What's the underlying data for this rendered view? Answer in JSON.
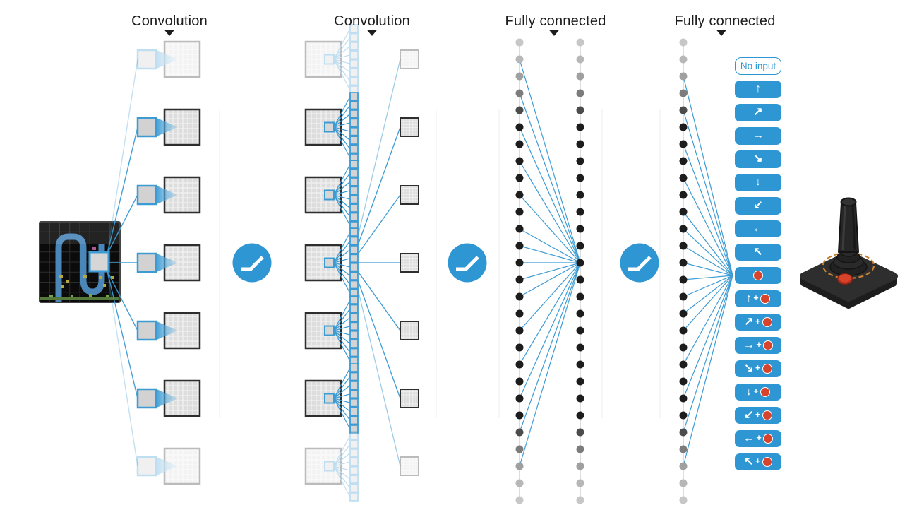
{
  "header": {
    "labels": [
      "Convolution",
      "Convolution",
      "Fully connected",
      "Fully connected"
    ]
  },
  "actions": {
    "buttons": [
      {
        "name": "no-input",
        "text": "No input"
      },
      {
        "name": "up",
        "arrow": "↑"
      },
      {
        "name": "up-right",
        "arrow": "↗"
      },
      {
        "name": "right",
        "arrow": "→"
      },
      {
        "name": "down-right",
        "arrow": "↘"
      },
      {
        "name": "down",
        "arrow": "↓"
      },
      {
        "name": "down-left",
        "arrow": "↙"
      },
      {
        "name": "left",
        "arrow": "←"
      },
      {
        "name": "up-left",
        "arrow": "↖"
      },
      {
        "name": "fire",
        "fire": true
      },
      {
        "name": "up-fire",
        "arrow": "↑",
        "plus": "+",
        "fire": true
      },
      {
        "name": "up-right-fire",
        "arrow": "↗",
        "plus": "+",
        "fire": true
      },
      {
        "name": "right-fire",
        "arrow": "→",
        "plus": "+",
        "fire": true
      },
      {
        "name": "down-right-fire",
        "arrow": "↘",
        "plus": "+",
        "fire": true
      },
      {
        "name": "down-fire",
        "arrow": "↓",
        "plus": "+",
        "fire": true
      },
      {
        "name": "down-left-fire",
        "arrow": "↙",
        "plus": "+",
        "fire": true
      },
      {
        "name": "left-fire",
        "arrow": "←",
        "plus": "+",
        "fire": true
      },
      {
        "name": "up-left-fire",
        "arrow": "↖",
        "plus": "+",
        "fire": true
      }
    ]
  },
  "colors": {
    "accent_blue": "#2e96d2",
    "line_blue": "#3d9bd4",
    "fire_red": "#d8432c",
    "text_dark": "#1d1d1d",
    "map_border": "#2e2e2e",
    "dot_black": "#1d1d1d",
    "dot_light": "#c7c7c7",
    "joystick_ring_orange": "#c5812f"
  }
}
